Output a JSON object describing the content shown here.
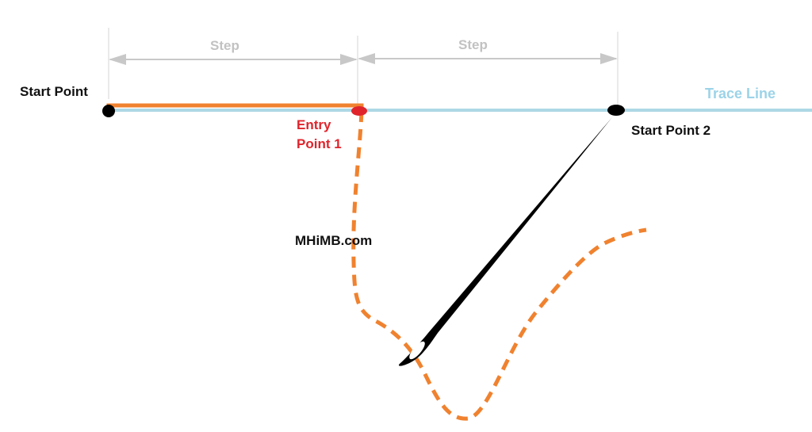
{
  "labels": {
    "start_point": "Start Point",
    "start_point_2": "Start Point 2",
    "entry_point_line1": "Entry",
    "entry_point_line2": "Point 1",
    "trace_line": "Trace Line",
    "step_1": "Step",
    "step_2": "Step",
    "watermark": "MHiMB.com"
  },
  "colors": {
    "trace_line": "#add8e6",
    "trace_label": "#9cd3e8",
    "stitch": "#f0822f",
    "entry_point": "#e0242c",
    "point": "#000000",
    "step_arrow": "#c8c8c8",
    "needle": "#000000"
  },
  "icons": {
    "needle": "sewing-needle-icon",
    "start_point": "black-dot",
    "entry_point": "red-dot",
    "start_point_2": "black-dot"
  }
}
